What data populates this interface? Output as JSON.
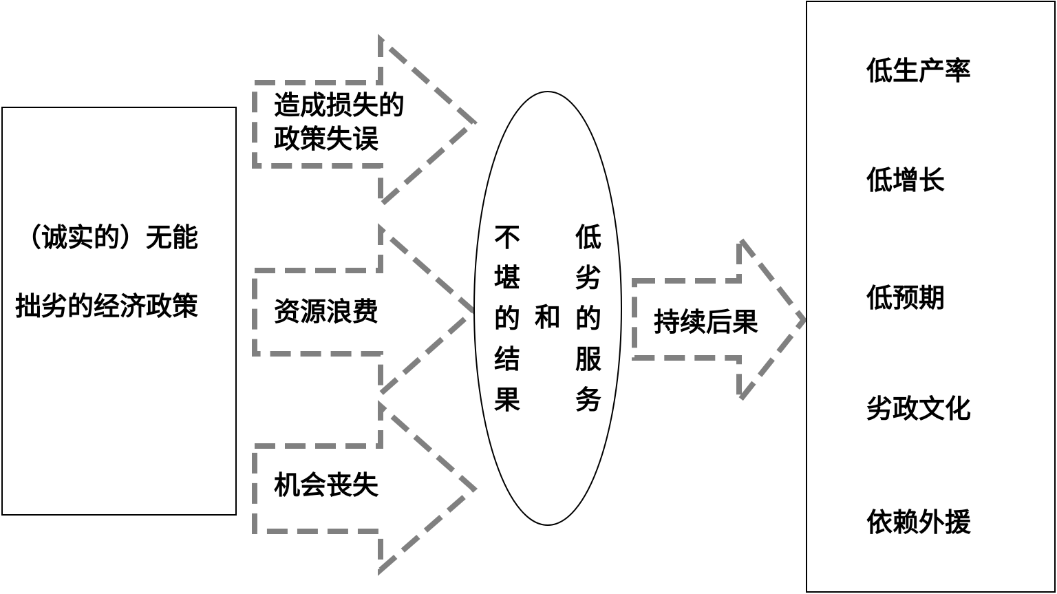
{
  "left_box": {
    "line1": "（诚实的）无能",
    "line2": "拙劣的经济政策"
  },
  "arrows": {
    "top_line1": "造成损失的",
    "top_line2": "政策失误",
    "middle": "资源浪费",
    "bottom": "机会丧失",
    "right": "持续后果"
  },
  "ellipse": {
    "col_left": "不堪的结果",
    "col_middle": "和",
    "col_right": "低劣的服务"
  },
  "right_box": {
    "items": [
      "低生产率",
      "低增长",
      "低预期",
      "劣政文化",
      "依赖外援"
    ]
  }
}
